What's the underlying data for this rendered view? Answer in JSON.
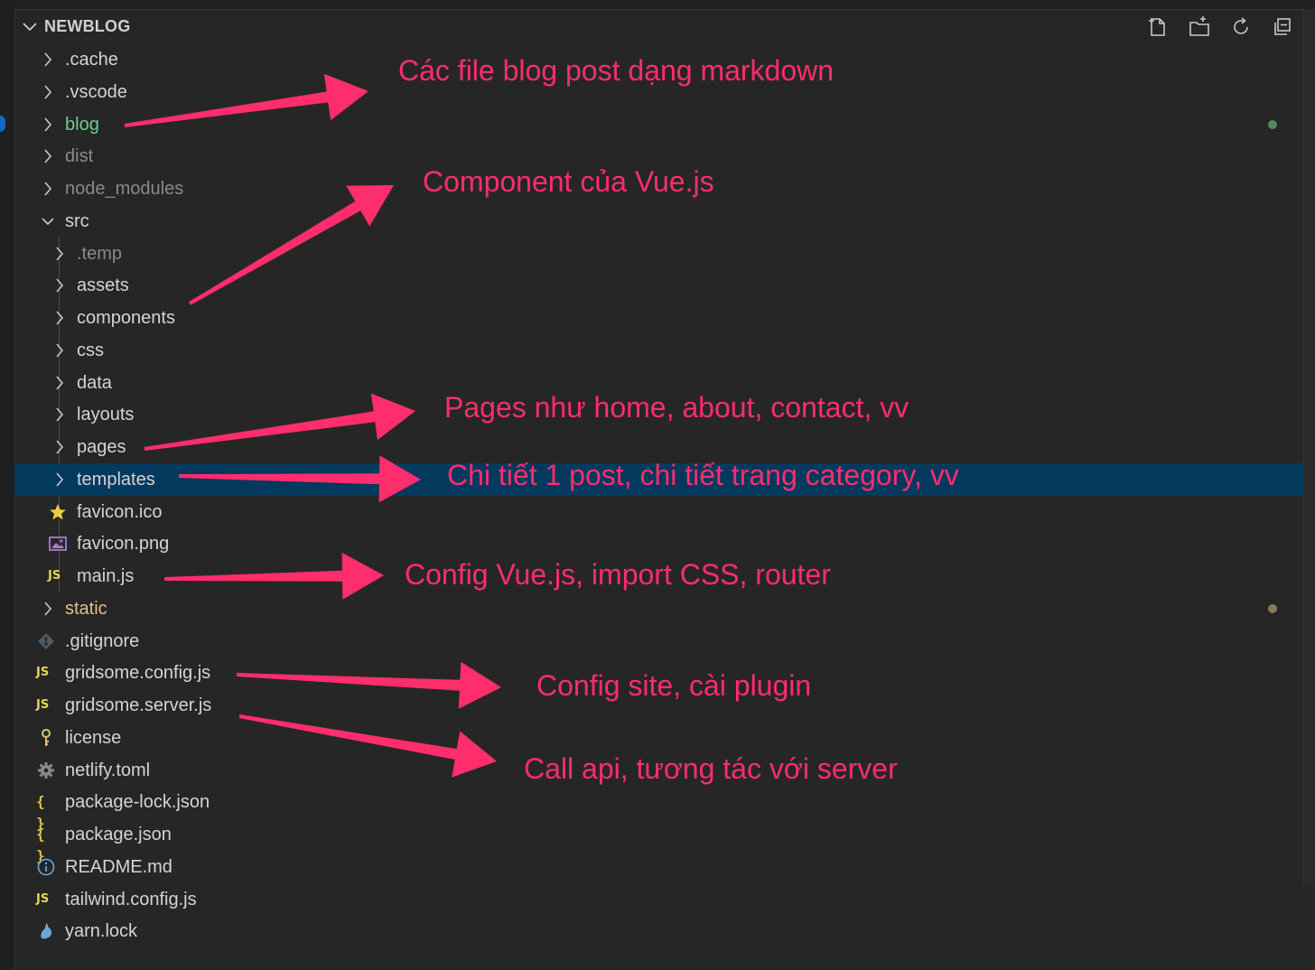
{
  "explorer": {
    "title": "NEWBLOG",
    "actions": [
      {
        "name": "new-file-icon"
      },
      {
        "name": "new-folder-icon"
      },
      {
        "name": "refresh-icon"
      },
      {
        "name": "collapse-all-icon"
      }
    ]
  },
  "tree": [
    {
      "label": ".cache",
      "kind": "folder",
      "state": "collapsed",
      "depth": 0,
      "style": "normal"
    },
    {
      "label": ".vscode",
      "kind": "folder",
      "state": "collapsed",
      "depth": 0,
      "style": "normal"
    },
    {
      "label": "blog",
      "kind": "folder",
      "state": "collapsed",
      "depth": 0,
      "style": "green",
      "decoration": "#4f8a60"
    },
    {
      "label": "dist",
      "kind": "folder",
      "state": "collapsed",
      "depth": 0,
      "style": "dim"
    },
    {
      "label": "node_modules",
      "kind": "folder",
      "state": "collapsed",
      "depth": 0,
      "style": "dim"
    },
    {
      "label": "src",
      "kind": "folder",
      "state": "expanded",
      "depth": 0,
      "style": "normal"
    },
    {
      "label": ".temp",
      "kind": "folder",
      "state": "collapsed",
      "depth": 1,
      "style": "dim"
    },
    {
      "label": "assets",
      "kind": "folder",
      "state": "collapsed",
      "depth": 1,
      "style": "normal"
    },
    {
      "label": "components",
      "kind": "folder",
      "state": "collapsed",
      "depth": 1,
      "style": "normal"
    },
    {
      "label": "css",
      "kind": "folder",
      "state": "collapsed",
      "depth": 1,
      "style": "normal"
    },
    {
      "label": "data",
      "kind": "folder",
      "state": "collapsed",
      "depth": 1,
      "style": "normal"
    },
    {
      "label": "layouts",
      "kind": "folder",
      "state": "collapsed",
      "depth": 1,
      "style": "normal"
    },
    {
      "label": "pages",
      "kind": "folder",
      "state": "collapsed",
      "depth": 1,
      "style": "normal"
    },
    {
      "label": "templates",
      "kind": "folder",
      "state": "collapsed",
      "depth": 1,
      "style": "normal",
      "selected": true
    },
    {
      "label": "favicon.ico",
      "kind": "file",
      "icon": "star-icon",
      "depth": 1,
      "style": "normal"
    },
    {
      "label": "favicon.png",
      "kind": "file",
      "icon": "image-icon",
      "depth": 1,
      "style": "normal"
    },
    {
      "label": "main.js",
      "kind": "file",
      "icon": "js-icon",
      "depth": 1,
      "style": "normal"
    },
    {
      "label": "static",
      "kind": "folder",
      "state": "collapsed",
      "depth": 0,
      "style": "amber",
      "decoration": "#8a7a5a"
    },
    {
      "label": ".gitignore",
      "kind": "file",
      "icon": "git-icon",
      "depth": 0,
      "style": "normal"
    },
    {
      "label": "gridsome.config.js",
      "kind": "file",
      "icon": "js-icon",
      "depth": 0,
      "style": "normal"
    },
    {
      "label": "gridsome.server.js",
      "kind": "file",
      "icon": "js-icon",
      "depth": 0,
      "style": "normal"
    },
    {
      "label": "license",
      "kind": "file",
      "icon": "key-icon",
      "depth": 0,
      "style": "normal"
    },
    {
      "label": "netlify.toml",
      "kind": "file",
      "icon": "gear-icon",
      "depth": 0,
      "style": "normal"
    },
    {
      "label": "package-lock.json",
      "kind": "file",
      "icon": "json-icon",
      "depth": 0,
      "style": "normal"
    },
    {
      "label": "package.json",
      "kind": "file",
      "icon": "json-icon",
      "depth": 0,
      "style": "normal"
    },
    {
      "label": "README.md",
      "kind": "file",
      "icon": "info-icon",
      "depth": 0,
      "style": "normal"
    },
    {
      "label": "tailwind.config.js",
      "kind": "file",
      "icon": "js-icon",
      "depth": 0,
      "style": "normal"
    },
    {
      "label": "yarn.lock",
      "kind": "file",
      "icon": "yarn-icon",
      "depth": 0,
      "style": "normal"
    }
  ],
  "annotations": [
    {
      "text": "Các file blog post dạng markdown",
      "target": "blog"
    },
    {
      "text": "Component của Vue.js",
      "target": "components"
    },
    {
      "text": "Pages như home, about, contact, vv",
      "target": "pages"
    },
    {
      "text": "Chi tiết 1 post, chi tiết trang category, vv",
      "target": "templates"
    },
    {
      "text": "Config Vue.js, import CSS, router",
      "target": "main.js"
    },
    {
      "text": "Config site, cài plugin",
      "target": "gridsome.config.js"
    },
    {
      "text": "Call api, tương tác với server",
      "target": "gridsome.server.js"
    }
  ],
  "colors": {
    "background": "#262626",
    "selection": "#04395e",
    "annotation": "#fe2d6c"
  }
}
